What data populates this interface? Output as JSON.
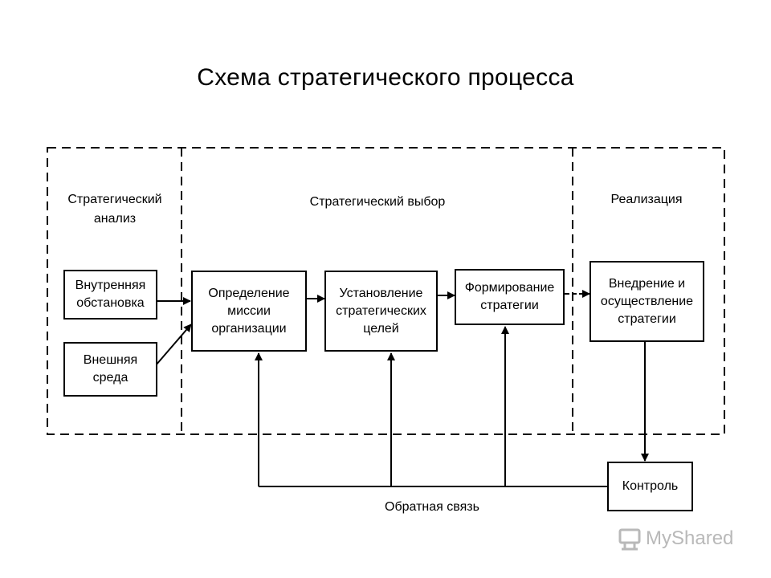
{
  "title": "Схема стратегического процесса",
  "zones": [
    {
      "label": "Стратегический\nанализ"
    },
    {
      "label": "Стратегический выбор"
    },
    {
      "label": "Реализация"
    }
  ],
  "boxes": {
    "internal": "Внутренняя\nобстановка",
    "external": "Внешняя\nсреда",
    "mission": "Определение\nмиссии\nорганизации",
    "goals": "Установление\nстратегических\nцелей",
    "strategy": "Формирование\nстратегии",
    "implementation": "Внедрение и\nосуществление\nстратегии",
    "control": "Контроль"
  },
  "feedback_label": "Обратная связь",
  "watermark": {
    "text": "MyShared"
  },
  "colors": {
    "line": "#000000",
    "watermark": "#b9b9b9"
  }
}
